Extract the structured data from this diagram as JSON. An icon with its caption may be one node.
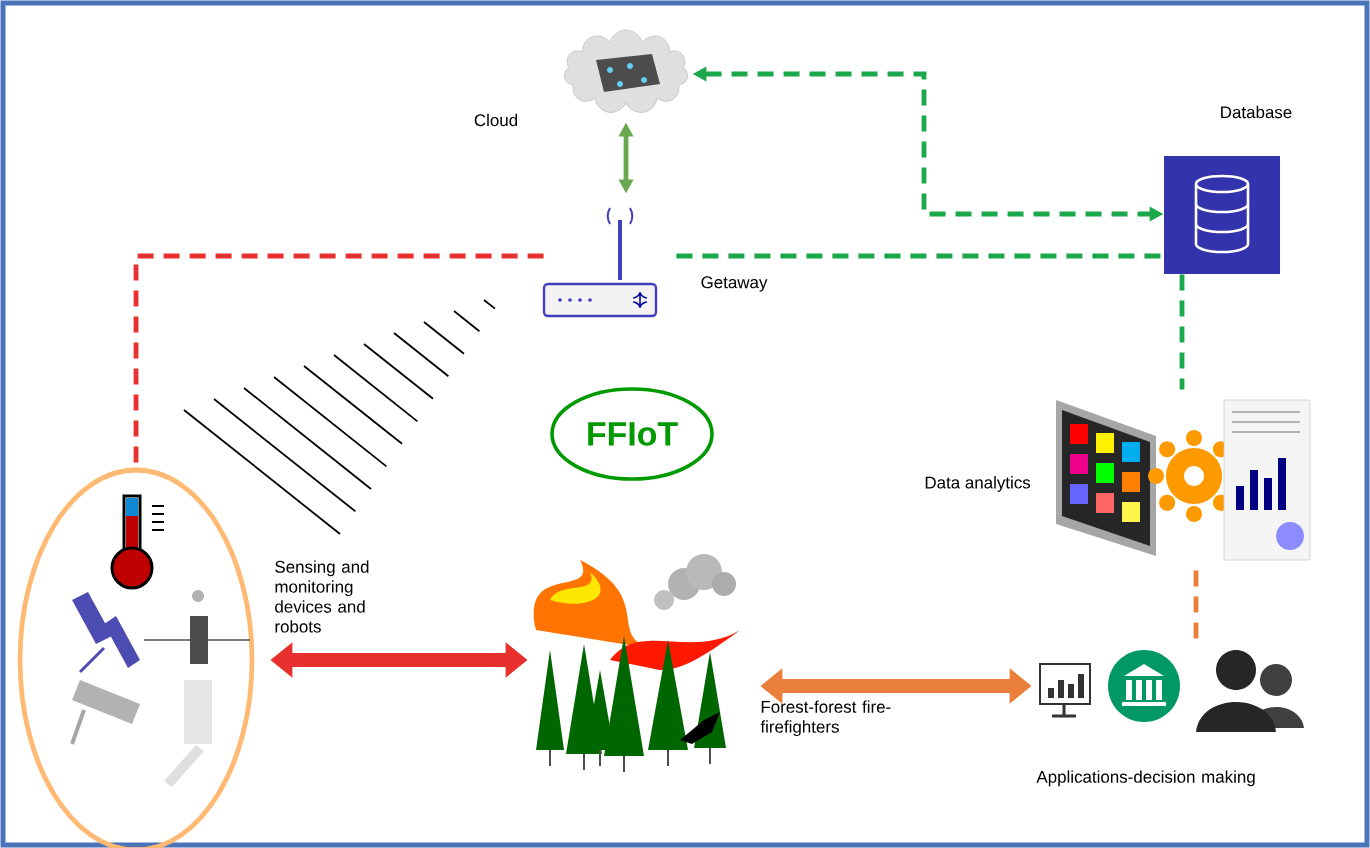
{
  "diagram": {
    "nodes": [
      {
        "text": [],
        "shape": "picture",
        "beside": [
          "Cloud"
        ]
      },
      {
        "text": [],
        "shape": "picture",
        "beside": [
          "Getaway"
        ]
      },
      {
        "text": [],
        "shape": "picture",
        "beside": [
          "Database"
        ]
      },
      {
        "text": [
          "FFIoT"
        ]
      },
      {
        "text": [],
        "shape": "ellipse",
        "beside": [
          "Sensing and monitoring devices and robots"
        ]
      },
      {
        "text": [],
        "shape": "picture",
        "beside": [
          "Forest-forest fire-firefighters"
        ]
      },
      {
        "text": [],
        "shape": "picture",
        "beside": [
          "Data analytics"
        ]
      },
      {
        "text": [],
        "shape": "picture",
        "beside": [
          "Applications-decision making"
        ]
      }
    ],
    "edges": [
      {
        "from": 0,
        "to": 1,
        "arrow": "both",
        "color": "#6aa84f"
      },
      {
        "from": 0,
        "to": 2,
        "arrow": "both",
        "style": "dashed",
        "color": "#1aa84b"
      },
      {
        "from": 1,
        "to": 2,
        "arrow": "none",
        "style": "dashed",
        "color": "#1aa84b"
      },
      {
        "from": 1,
        "to": 4,
        "arrow": "none",
        "style": "dashed",
        "color": "#e8302f"
      },
      {
        "from": 2,
        "to": 6,
        "arrow": "none",
        "style": "dashed",
        "color": "#1aa84b"
      },
      {
        "from": 6,
        "to": 7,
        "arrow": "none",
        "style": "dashed",
        "color": "#e97f3a"
      },
      {
        "from": 4,
        "to": 5,
        "arrow": "both",
        "style": "thick",
        "color": "#e8302f"
      },
      {
        "from": 5,
        "to": 7,
        "arrow": "both",
        "style": "thick",
        "color": "#e97f3a"
      }
    ]
  }
}
